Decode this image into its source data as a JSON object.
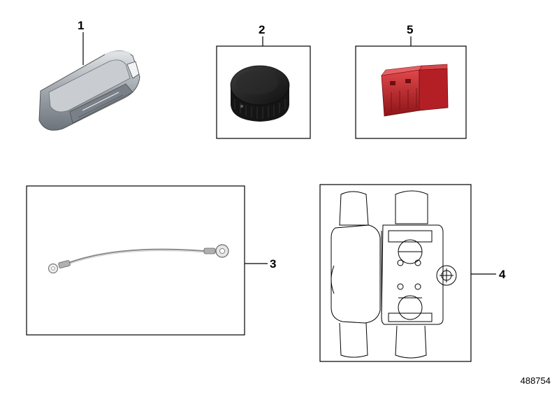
{
  "parts": [
    {
      "callout": "1",
      "icon": "protective-cap-icon"
    },
    {
      "callout": "2",
      "icon": "round-cap-icon"
    },
    {
      "callout": "3",
      "icon": "wire-rope-icon"
    },
    {
      "callout": "4",
      "icon": "connector-housing-drawing-icon"
    },
    {
      "callout": "5",
      "icon": "red-power-connector-icon"
    }
  ],
  "colors": {
    "connector_red": "#c0262b",
    "cap_black": "#1c1c1c",
    "cover_grey": "#9aa0a6"
  },
  "document_id": "488754"
}
